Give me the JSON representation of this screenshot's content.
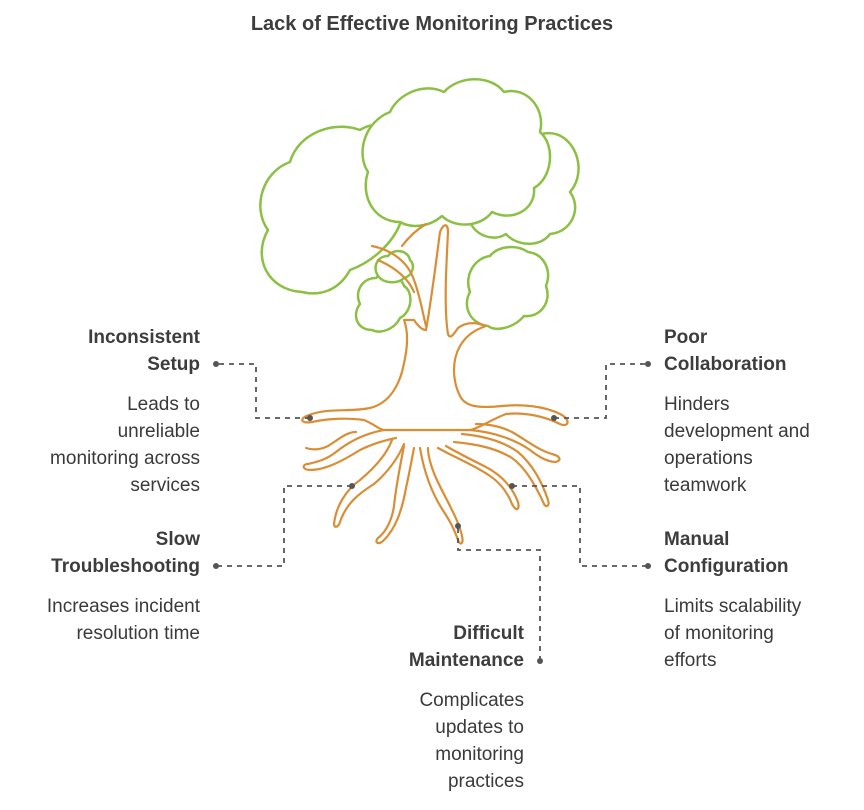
{
  "title": "Lack of Effective Monitoring Practices",
  "colors": {
    "foliage": "#8cc044",
    "trunk": "#d98e36",
    "connector": "#555555"
  },
  "nodes": {
    "inconsistent_setup": {
      "heading_lines": [
        "Inconsistent",
        "Setup"
      ],
      "desc_lines": [
        "Leads to",
        "unreliable",
        "monitoring across",
        "services"
      ]
    },
    "slow_troubleshooting": {
      "heading_lines": [
        "Slow",
        "Troubleshooting"
      ],
      "desc_lines": [
        "Increases incident",
        "resolution time"
      ]
    },
    "difficult_maintenance": {
      "heading_lines": [
        "Difficult",
        "Maintenance"
      ],
      "desc_lines": [
        "Complicates",
        "updates to",
        "monitoring",
        "practices"
      ]
    },
    "poor_collaboration": {
      "heading_lines": [
        "Poor",
        "Collaboration"
      ],
      "desc_lines": [
        "Hinders",
        "development and",
        "operations",
        "teamwork"
      ]
    },
    "manual_configuration": {
      "heading_lines": [
        "Manual",
        "Configuration"
      ],
      "desc_lines": [
        "Limits scalability",
        "of monitoring",
        "efforts"
      ]
    }
  }
}
